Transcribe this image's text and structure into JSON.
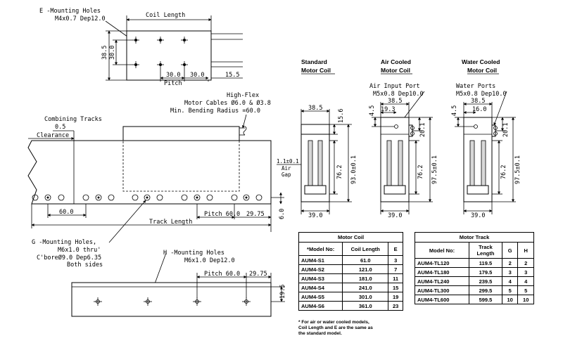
{
  "top_view": {
    "e_holes_label": "E -Mounting Holes",
    "e_holes_spec": "M4x0.7 Dep12.0",
    "coil_length_label": "Coil Length",
    "dim_38_5": "38.5",
    "dim_30": "30.0",
    "dim_30_a": "30.0",
    "dim_30_b": "30.0",
    "dim_15_5": "15.5",
    "pitch_label": "Pitch"
  },
  "side_view": {
    "cables_line1": "High-Flex",
    "cables_line2": "Motor Cables Ø6.0 & Ø3.8",
    "cables_line3": "Min. Bending Radius =60.0",
    "combining_tracks": "Combining Tracks",
    "clearance_value": "0.5",
    "clearance_label": "Clearance",
    "dim_60": "60.0",
    "pitch_60": "Pitch 60.0",
    "dim_29_75": "29.75",
    "dim_6": "6.0",
    "track_length": "Track Length",
    "g_holes_line1": "G -Mounting Holes,",
    "g_holes_line2": "M6x1.0 thru'",
    "g_holes_line3": "C'boreØ9.0 Dep6.35",
    "g_holes_line4": "Both sides",
    "h_holes_label": "H -Mounting Holes",
    "h_holes_spec": "M6x1.0 Dep12.0"
  },
  "bottom_view": {
    "pitch_60": "Pitch 60.0",
    "dim_29_75": "29.75",
    "dim_19_5": "19.5"
  },
  "sections": {
    "standard": {
      "title1": "Standard",
      "title2": "Motor Coil",
      "top_width": "38.5",
      "top_height": "15.6",
      "gap_value": "1.1±0.1",
      "gap_label1": "Air",
      "gap_label2": "Gap",
      "height_inner": "76.2",
      "height_total": "93.0±0.1",
      "bottom_width": "39.0"
    },
    "air": {
      "title1": "Air Cooled",
      "title2": "Motor Coil",
      "port_label": "Air Input Port",
      "port_spec": "M5x0.8 Dep10.0",
      "top_width": "38.5",
      "offset": "19.3",
      "left_dim": "4.5",
      "port_height": "20.1",
      "height_inner": "76.2",
      "height_total": "97.5±0.1",
      "bottom_width": "39.0"
    },
    "water": {
      "title1": "Water Cooled",
      "title2": "Motor Coil",
      "port_label": "Water Ports",
      "port_spec": "M5x0.8 Dep10.0",
      "top_width": "38.5",
      "offset": "16.0",
      "left_dim": "4.5",
      "port_height": "20.1",
      "height_inner": "76.2",
      "height_total": "97.5±0.1",
      "bottom_width": "39.0"
    }
  },
  "motor_coil_table": {
    "title": "Motor Coil",
    "headers": [
      "*Model No:",
      "Coil Length",
      "E"
    ],
    "rows": [
      [
        "AUM4-S1",
        "61.0",
        "3"
      ],
      [
        "AUM4-S2",
        "121.0",
        "7"
      ],
      [
        "AUM4-S3",
        "181.0",
        "11"
      ],
      [
        "AUM4-S4",
        "241.0",
        "15"
      ],
      [
        "AUM4-S5",
        "301.0",
        "19"
      ],
      [
        "AUM4-S6",
        "361.0",
        "23"
      ]
    ],
    "note_line1": "* For air or water cooled models,",
    "note_line2": "Coil Length and E are the same as",
    "note_line3": "the standard model."
  },
  "motor_track_table": {
    "title": "Motor Track",
    "headers": [
      "Model No:",
      "Track Length",
      "G",
      "H"
    ],
    "header_track_1": "Track",
    "header_track_2": "Length",
    "rows": [
      [
        "AUM4-TL120",
        "119.5",
        "2",
        "2"
      ],
      [
        "AUM4-TL180",
        "179.5",
        "3",
        "3"
      ],
      [
        "AUM4-TL240",
        "239.5",
        "4",
        "4"
      ],
      [
        "AUM4-TL300",
        "299.5",
        "5",
        "5"
      ],
      [
        "AUM4-TL600",
        "599.5",
        "10",
        "10"
      ]
    ]
  }
}
